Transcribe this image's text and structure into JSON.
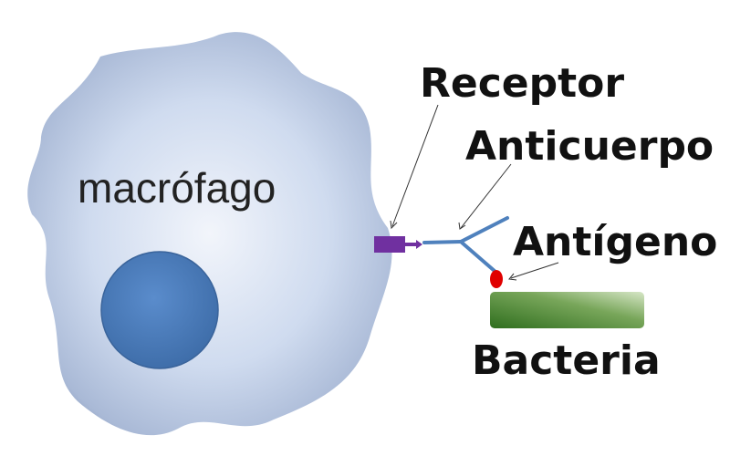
{
  "labels": {
    "cell": "macrófago",
    "receptor": "Receptor",
    "antibody": "Anticuerpo",
    "antigen": "Antígeno",
    "bacteria": "Bacteria"
  },
  "colors": {
    "cell": "#c9d6ec",
    "nucleus": "#4a7bbd",
    "receptor": "#7030a0",
    "antibody": "#4f81bd",
    "antigen": "#e00000",
    "bacteria": "#3f7f2a"
  }
}
